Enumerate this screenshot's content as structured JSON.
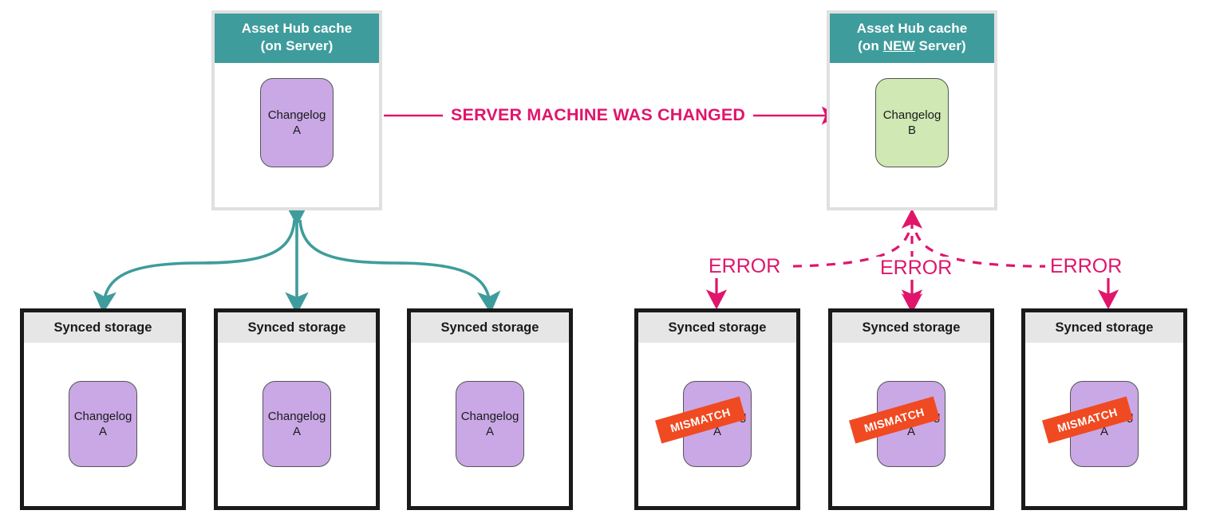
{
  "diagram": {
    "title_flow": "SERVER MACHINE WAS CHANGED",
    "colors": {
      "teal_header": "#3f9c9c",
      "teal_arrow": "#3f9c9c",
      "pink": "#e0156b",
      "ribbon_orange": "#f04a22",
      "chip_purple": "#c9a8e5",
      "chip_green": "#cfe8b4",
      "store_header_gray": "#e6e6e6",
      "store_border": "#1a1a1a",
      "hub_border": "#e0e0e0"
    }
  },
  "hubs": [
    {
      "header_line1": "Asset Hub cache",
      "header_line2_prefix": "(on ",
      "header_line2_emphasis": "",
      "header_line2_suffix": "Server)",
      "chip_line1": "Changelog",
      "chip_line2": "A",
      "chip_color": "purple"
    },
    {
      "header_line1": "Asset Hub cache",
      "header_line2_prefix": "(on ",
      "header_line2_emphasis": "NEW",
      "header_line2_suffix": " Server)",
      "chip_line1": "Changelog",
      "chip_line2": "B",
      "chip_color": "green"
    }
  ],
  "left_stores": [
    {
      "header": "Synced storage",
      "chip_line1": "Changelog",
      "chip_line2": "A",
      "ribbon": ""
    },
    {
      "header": "Synced storage",
      "chip_line1": "Changelog",
      "chip_line2": "A",
      "ribbon": ""
    },
    {
      "header": "Synced storage",
      "chip_line1": "Changelog",
      "chip_line2": "A",
      "ribbon": ""
    }
  ],
  "right_stores": [
    {
      "header": "Synced storage",
      "chip_line1": "Changelog",
      "chip_line2": "A",
      "ribbon": "MISMATCH"
    },
    {
      "header": "Synced storage",
      "chip_line1": "Changelog",
      "chip_line2": "A",
      "ribbon": "MISMATCH"
    },
    {
      "header": "Synced storage",
      "chip_line1": "Changelog",
      "chip_line2": "A",
      "ribbon": "MISMATCH"
    }
  ],
  "error_labels": [
    "ERROR",
    "ERROR",
    "ERROR"
  ]
}
